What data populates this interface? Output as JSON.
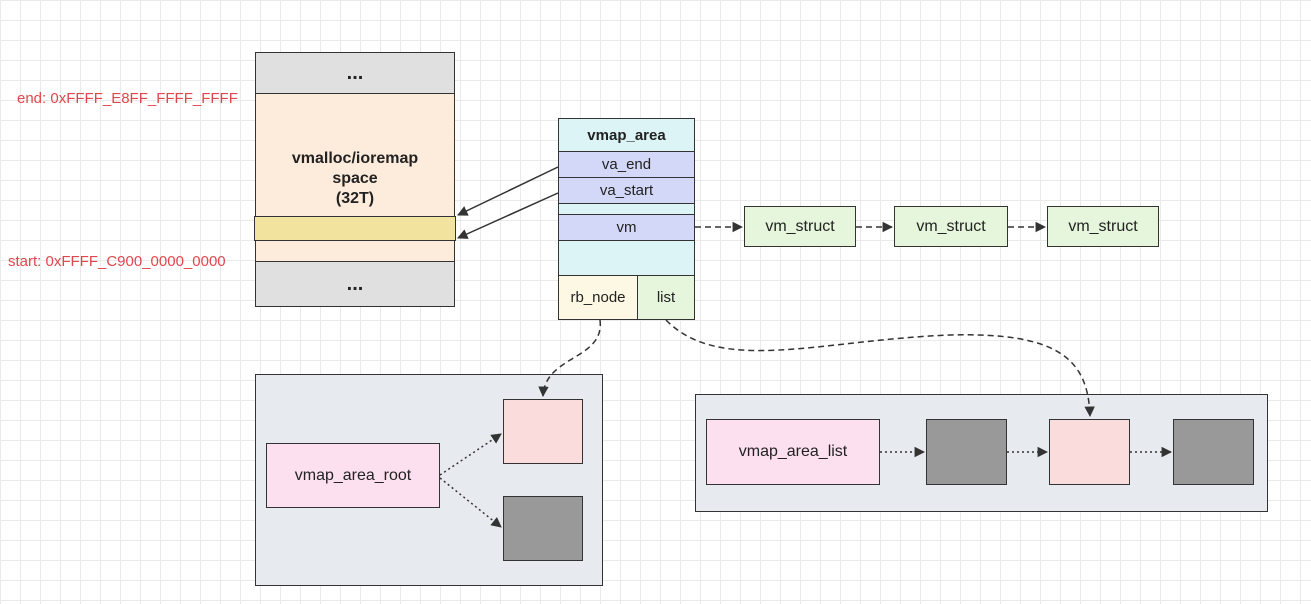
{
  "memory": {
    "top_ellipsis": "...",
    "end_label": "end: 0xFFFF_E8FF_FFFF_FFFF",
    "region_title": "vmalloc/ioremap\nspace\n(32T)",
    "start_label": "start: 0xFFFF_C900_0000_0000",
    "bottom_ellipsis": "...",
    "colors": {
      "region": "#fdebdc",
      "highlight": "#f2e39e",
      "ellipsis": "#e0e0e0"
    }
  },
  "vmap_area": {
    "title": "vmap_area",
    "va_end": "va_end",
    "va_start": "va_start",
    "vm": "vm",
    "rb_node": "rb_node",
    "list": "list",
    "colors": {
      "header": "#dcf4f6",
      "field": "#d4d8f8",
      "rb_node": "#fdf8e4",
      "list": "#e6f6dc"
    }
  },
  "vm_structs": [
    "vm_struct",
    "vm_struct",
    "vm_struct"
  ],
  "rb_tree": {
    "root_label": "vmap_area_root"
  },
  "list_chain": {
    "head_label": "vmap_area_list"
  },
  "colors": {
    "pink": "#fce0ef",
    "salmon": "#fbdcdc",
    "gray_node": "#999999",
    "vm_struct": "#e6f6dc"
  }
}
